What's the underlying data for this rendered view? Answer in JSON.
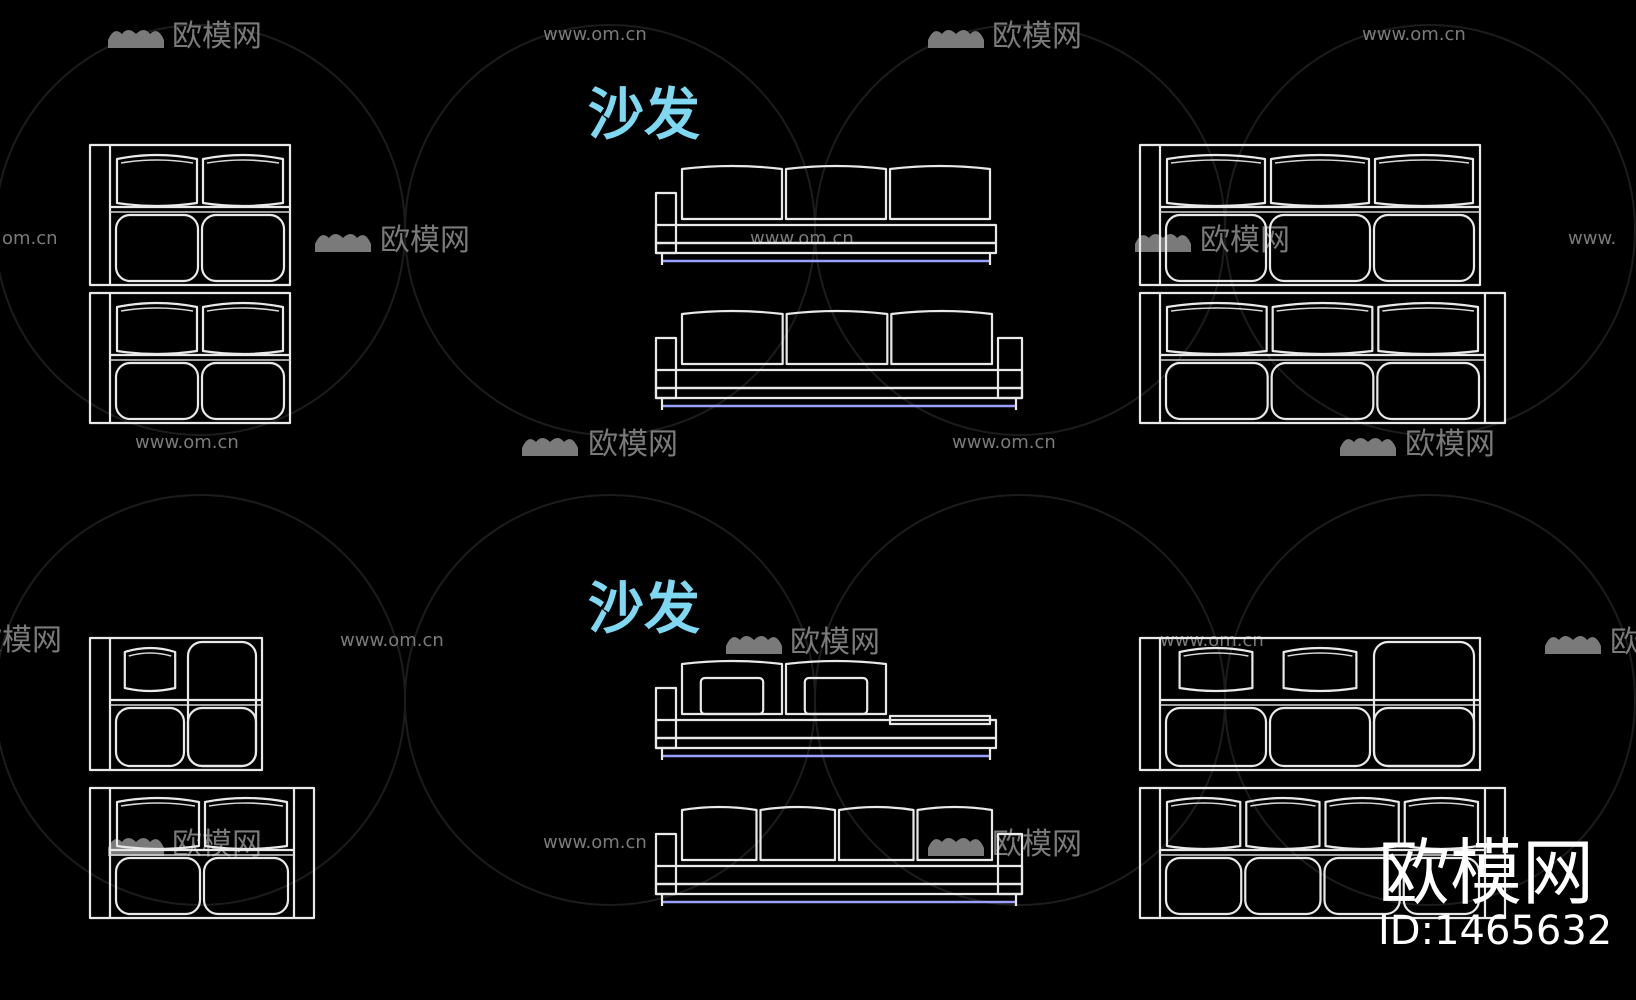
{
  "watermark": {
    "brand_text": "欧模网",
    "url_text": "www.om.cn",
    "url_fragment_left": "om.cn",
    "url_fragment_right": "www.",
    "brand_fragment_left": "欧模网",
    "brand_fragment_right": "欧"
  },
  "sections": [
    {
      "title": "沙发"
    },
    {
      "title": "沙发"
    }
  ],
  "corner_stamp": {
    "brand": "欧模网",
    "id_text": "ID:1465632"
  },
  "colors": {
    "background": "#000000",
    "line": "#e9e9e9",
    "title": "#7ed8f2",
    "watermark": "#7a7a7a",
    "stamp": "#ffffff"
  }
}
